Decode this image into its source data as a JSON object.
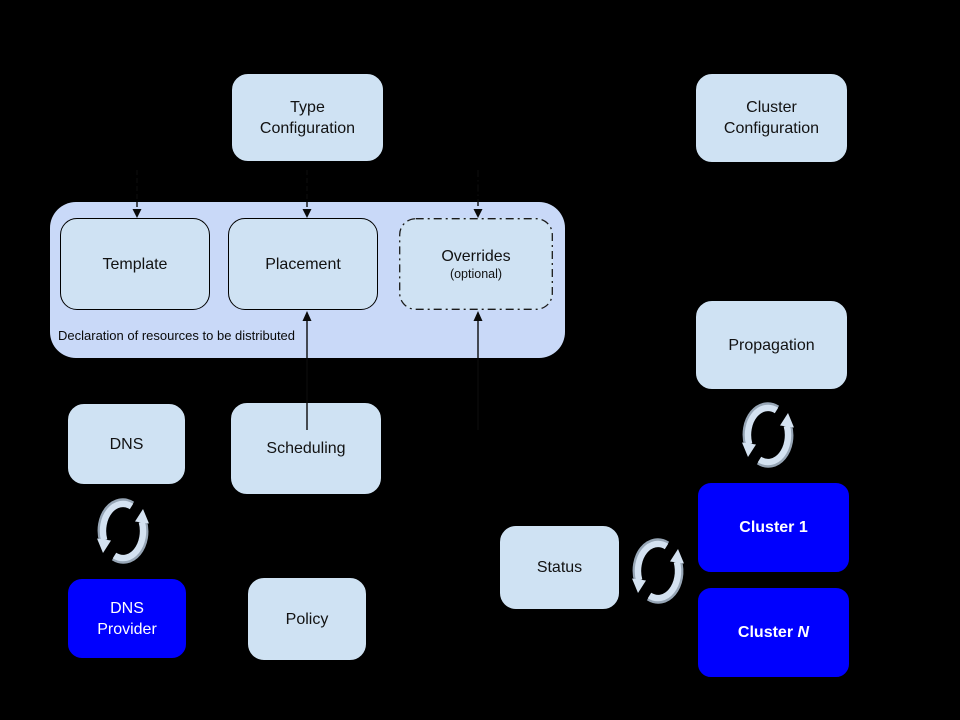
{
  "diagram": {
    "background_color": "#000000",
    "palette": {
      "light_box_fill": "#cfe2f3",
      "container_fill": "#c9d9f8",
      "accent_blue_fill": "#0000fe",
      "text_dark": "#121212",
      "text_light": "#ffffff",
      "sync_icon_light": "#d4e2f1",
      "sync_icon_shadow": "#97a6b6"
    },
    "nodes": {
      "type_config": {
        "line1": "Type",
        "line2": "Configuration"
      },
      "cluster_config": {
        "line1": "Cluster",
        "line2": "Configuration"
      },
      "template": {
        "label": "Template"
      },
      "placement": {
        "label": "Placement"
      },
      "overrides": {
        "label": "Overrides",
        "sublabel": "(optional)"
      },
      "dns": {
        "label": "DNS"
      },
      "scheduling": {
        "label": "Scheduling"
      },
      "dns_provider": {
        "line1": "DNS",
        "line2": "Provider"
      },
      "policy": {
        "label": "Policy"
      },
      "propagation": {
        "label": "Propagation"
      },
      "status": {
        "label": "Status"
      },
      "cluster_1": {
        "label": "Cluster 1"
      },
      "cluster_n": {
        "prefix": "Cluster",
        "suffix_italic": "N"
      }
    },
    "container_caption": "Declaration of resources to be distributed",
    "icons": {
      "dns_sync": "sync-arrows-icon",
      "propagation_sync": "sync-arrows-icon",
      "status_sync": "sync-arrows-icon"
    }
  }
}
